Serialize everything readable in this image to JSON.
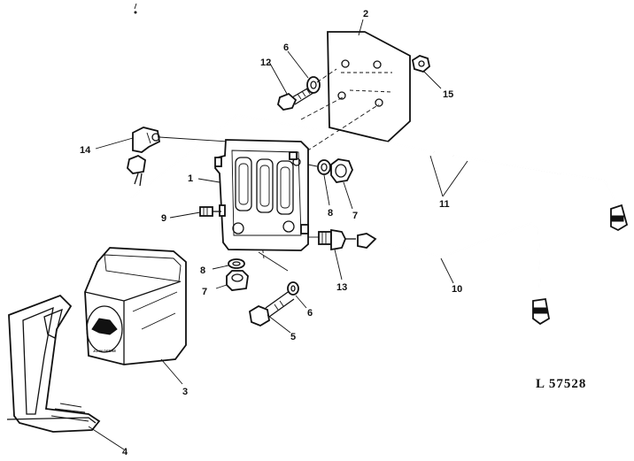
{
  "figure": {
    "reference": "L 57528",
    "brand_text": "JOHN DEERE"
  },
  "callouts": {
    "c1": "1",
    "c2": "2",
    "c3": "3",
    "c4": "4",
    "c5": "5",
    "c6a": "6",
    "c6b": "6",
    "c7a": "7",
    "c7b": "7",
    "c8a": "8",
    "c8b": "8",
    "c9": "9",
    "c10": "10",
    "c11": "11",
    "c12": "12",
    "c13": "13",
    "c14": "14",
    "c15": "15"
  },
  "colors": {
    "ink": "#111111",
    "paper": "#ffffff"
  }
}
